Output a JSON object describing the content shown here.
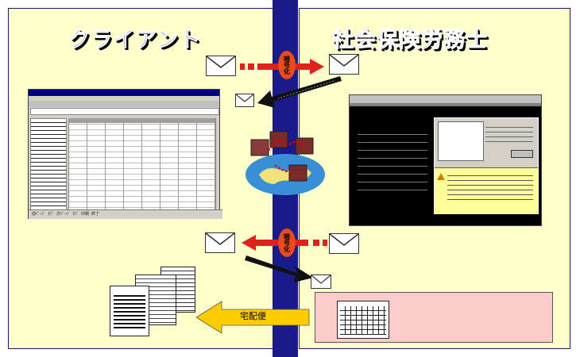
{
  "left_panel": {
    "title": "クライアント"
  },
  "right_panel": {
    "title": "社会保険労務士"
  },
  "encryption_badge_top": {
    "label": "暗号化"
  },
  "encryption_badge_bottom": {
    "label": "暗号化"
  },
  "courier_arrow": {
    "label": "宅配便"
  },
  "colors": {
    "panel_fill": "#ffffcc",
    "divider": "#1a1a8a",
    "title_blue": "#1e1eb4",
    "arrow_red": "#e0201a",
    "courier_yellow": "#ffcc00",
    "pink_box": "#ffcccc"
  },
  "client_software": {
    "status_tabs": [
      "前ﾍﾟｰｼﾞ",
      "ﾀﾌﾞ",
      "次ﾍﾟｰｼﾞ",
      "ﾀﾌﾞ",
      "印刷",
      "終了"
    ]
  },
  "icons": [
    "envelope-icon",
    "network-globe-icon",
    "spreadsheet-window",
    "dialog-window",
    "printed-forms"
  ]
}
